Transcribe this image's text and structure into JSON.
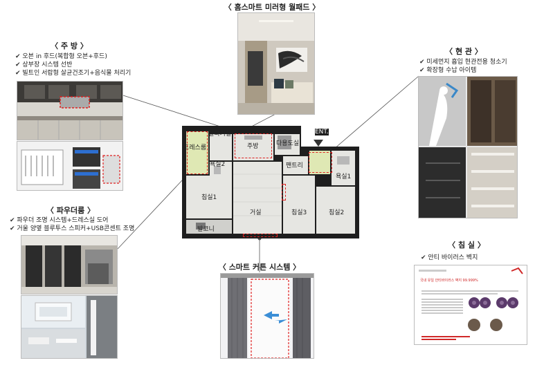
{
  "sections": {
    "wallpad": {
      "title": "〈 홈스마트 미러형 월패드 〉"
    },
    "kitchen": {
      "title": "〈 주 방 〉",
      "items": [
        "오븐 in 후드(복합형 오븐+후드)",
        "상부장 시스템 선반",
        "빌트인 서랍형 살균건조기+음식물 처리기"
      ]
    },
    "entrance": {
      "title": "〈 현 관 〉",
      "items": [
        "미세먼지 흡입 현관전용 청소기",
        "확장형 수납 아이템"
      ]
    },
    "powder": {
      "title": "〈 파우더룸 〉",
      "items": [
        "파우더 조명 시스템+드레스실 도어",
        "거울 양옆 블루투스 스피커+USB콘센트 조명"
      ]
    },
    "curtain": {
      "title": "〈 스마트 커튼 시스템 〉"
    },
    "bedroom": {
      "title": "〈 침 실 〉",
      "items": [
        "안티 바이러스 벽지"
      ]
    }
  },
  "floorplan": {
    "rooms": {
      "dress": "드레스룸",
      "utility": "실외기실",
      "kitchen": "주방",
      "multi": "다용도실",
      "bath2": "욕실2",
      "pantry": "팬트리",
      "bath1": "욕실1",
      "bed1": "침실1",
      "living": "거실",
      "bed3": "침실3",
      "bed2": "침실2",
      "balcony": "발코니"
    },
    "entrance_label": "ENT."
  },
  "doc_snippet": {
    "headline": "국내 유일 안티바이러스 벽지 99.999%"
  },
  "colors": {
    "accent": "#e02020",
    "wall": "#1e1e1e",
    "floor": "#e6e6e2",
    "highlight": "#dfe8b4"
  }
}
